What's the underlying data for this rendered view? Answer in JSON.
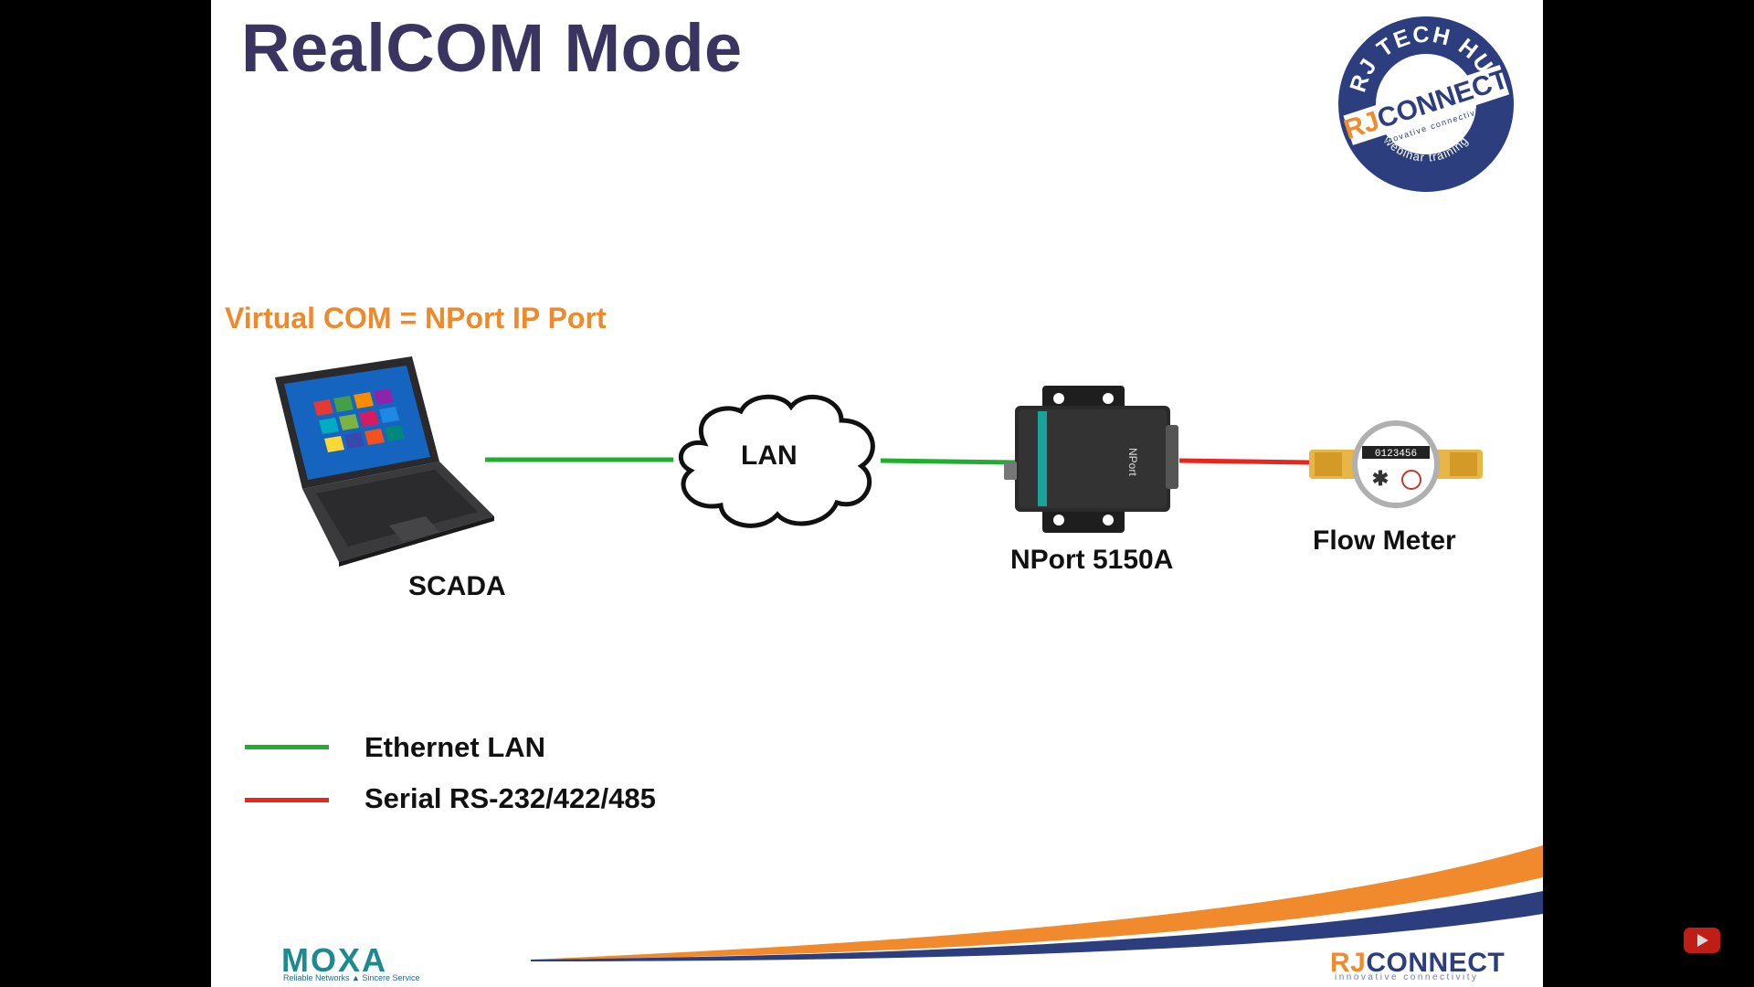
{
  "slide": {
    "title": "RealCOM Mode",
    "subtitle": "Virtual COM = NPort IP Port"
  },
  "diagram": {
    "scada_label": "SCADA",
    "lan_label": "LAN",
    "nport_label": "NPort 5150A",
    "flow_meter_label": "Flow Meter",
    "meter_digits": "0123456",
    "ethernet_color": "#1fae2e",
    "serial_color": "#e8261c"
  },
  "legend": [
    {
      "label": "Ethernet LAN",
      "color": "#1fae2e"
    },
    {
      "label": "Serial RS-232/422/485",
      "color": "#e8261c"
    }
  ],
  "badge": {
    "top_text": "RJ TECH HUB",
    "brand": "RJCONNECT",
    "brand_rj": "RJ",
    "brand_rest": "CONNECT",
    "tagline": "innovative connectivity",
    "bottom_text": "webinar training"
  },
  "footer": {
    "moxa_name": "MOXA",
    "moxa_tagline": "Reliable Networks ▲ Sincere Service",
    "rj_brand_rj": "RJ",
    "rj_brand_rest": "CONNECT",
    "rj_tagline": "innovative connectivity"
  },
  "player": {
    "youtube_icon": "youtube-icon"
  }
}
